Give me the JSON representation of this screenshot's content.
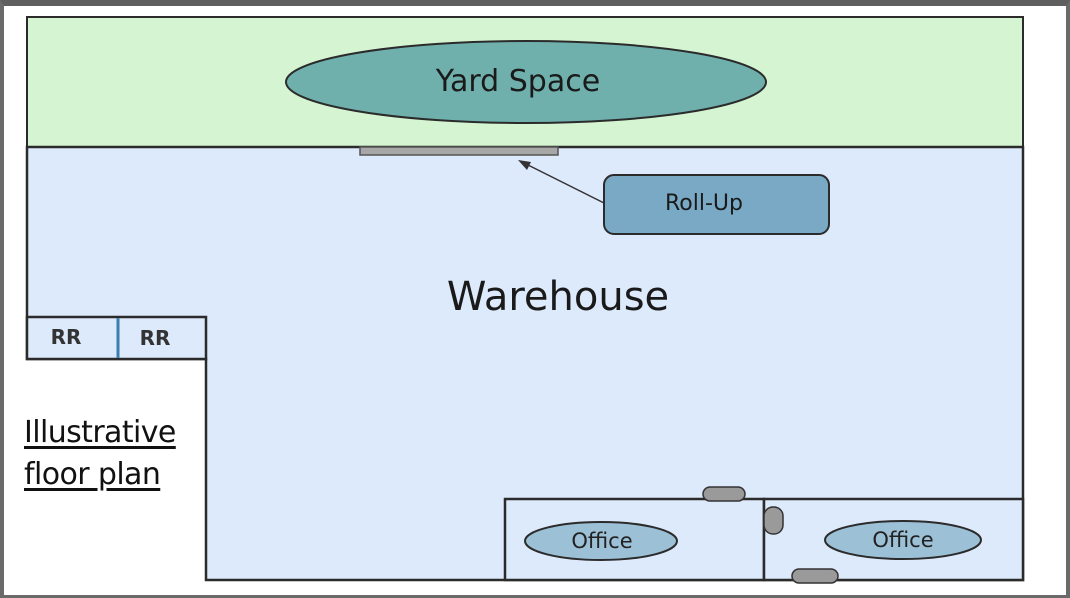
{
  "labels": {
    "yard": "Yard Space",
    "rollup": "Roll-Up",
    "warehouse": "Warehouse",
    "restroom_1": "RR",
    "restroom_2": "RR",
    "office_1": "Office",
    "office_2": "Office"
  },
  "caption": {
    "line1": "Illustrative",
    "line2": "floor plan"
  },
  "colors": {
    "yard_fill": "#d5f5d2",
    "warehouse_fill": "#dceafb",
    "yard_ellipse": "#6fb0ad",
    "rollup_box": "#7aa9c6",
    "office_ellipse": "#9cc0d6",
    "door": "#9a9a9a",
    "outline": "#2b2b2b"
  }
}
